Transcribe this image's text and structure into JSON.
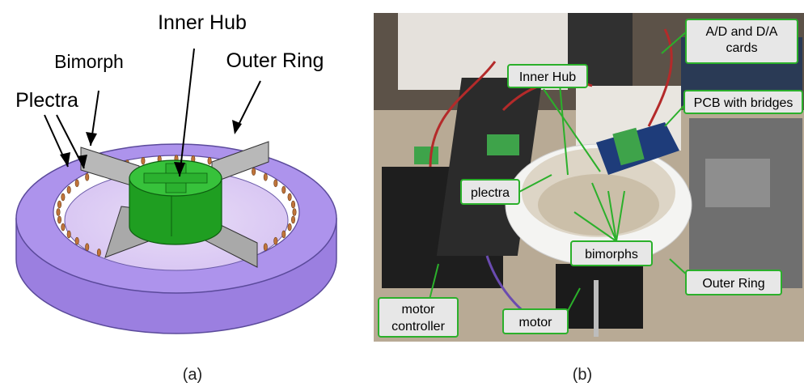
{
  "panel_a": {
    "labels": {
      "inner_hub": "Inner Hub",
      "bimorph": "Bimorph",
      "outer_ring": "Outer Ring",
      "plectra": "Plectra"
    },
    "caption": "(a)"
  },
  "panel_b": {
    "labels": {
      "ad_da": "A/D and D/A cards",
      "inner_hub": "Inner Hub",
      "pcb": "PCB with bridges",
      "plectra": "plectra",
      "bimorphs": "bimorphs",
      "outer_ring": "Outer Ring",
      "motor_controller": "motor controller",
      "motor": "motor"
    },
    "caption": "(b)"
  },
  "colors": {
    "ring_purple": "#a98be6",
    "ring_purple_dark": "#9a78dc",
    "hub_green": "#1fa523",
    "label_border_green": "#2bb02b"
  }
}
